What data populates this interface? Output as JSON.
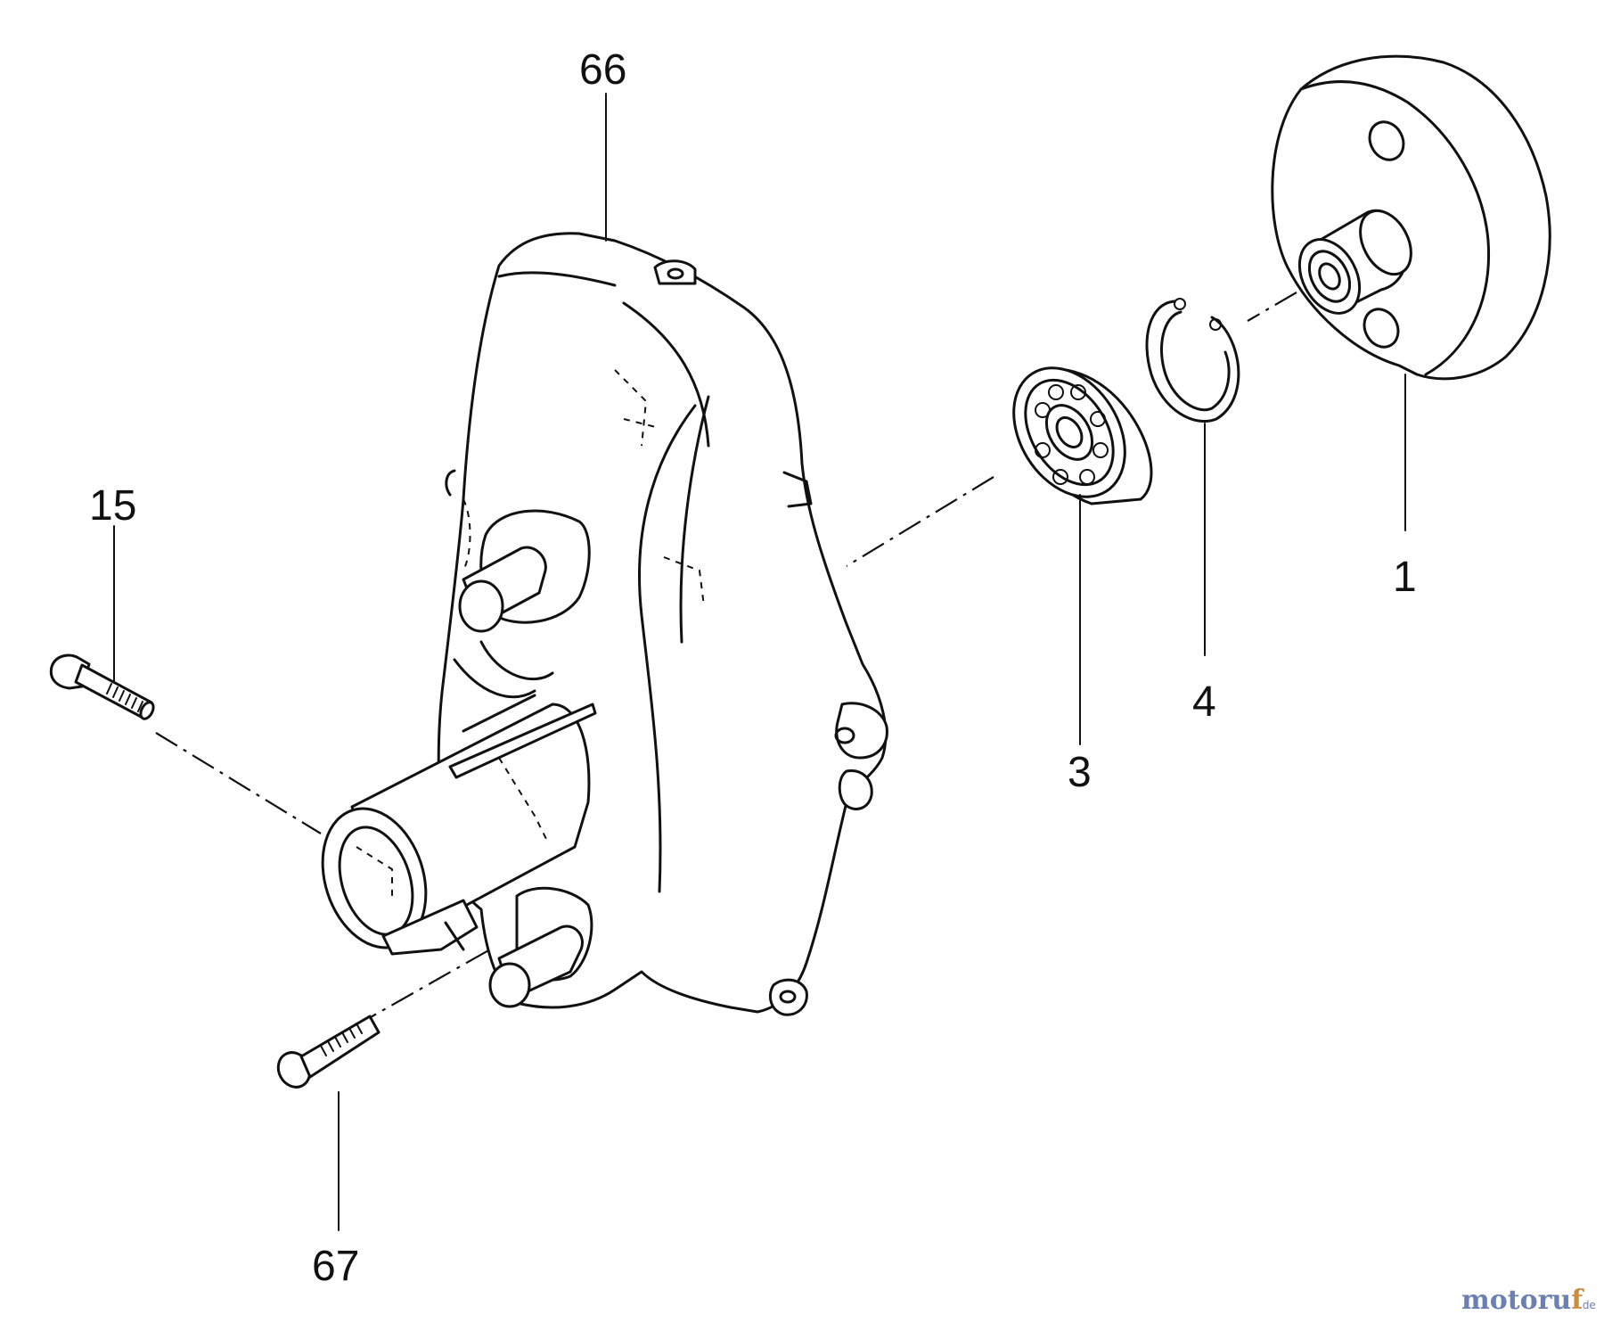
{
  "diagram": {
    "callouts": [
      {
        "id": "66",
        "label": "66"
      },
      {
        "id": "15",
        "label": "15"
      },
      {
        "id": "67",
        "label": "67"
      },
      {
        "id": "3",
        "label": "3"
      },
      {
        "id": "4",
        "label": "4"
      },
      {
        "id": "1",
        "label": "1"
      }
    ]
  },
  "watermark": {
    "main": "motoru",
    "accent": "f",
    "suffix": ".de"
  },
  "colors": {
    "ink": "#111111",
    "watermark_blue": "#6a7fb3",
    "watermark_orange": "#d08a3a"
  }
}
